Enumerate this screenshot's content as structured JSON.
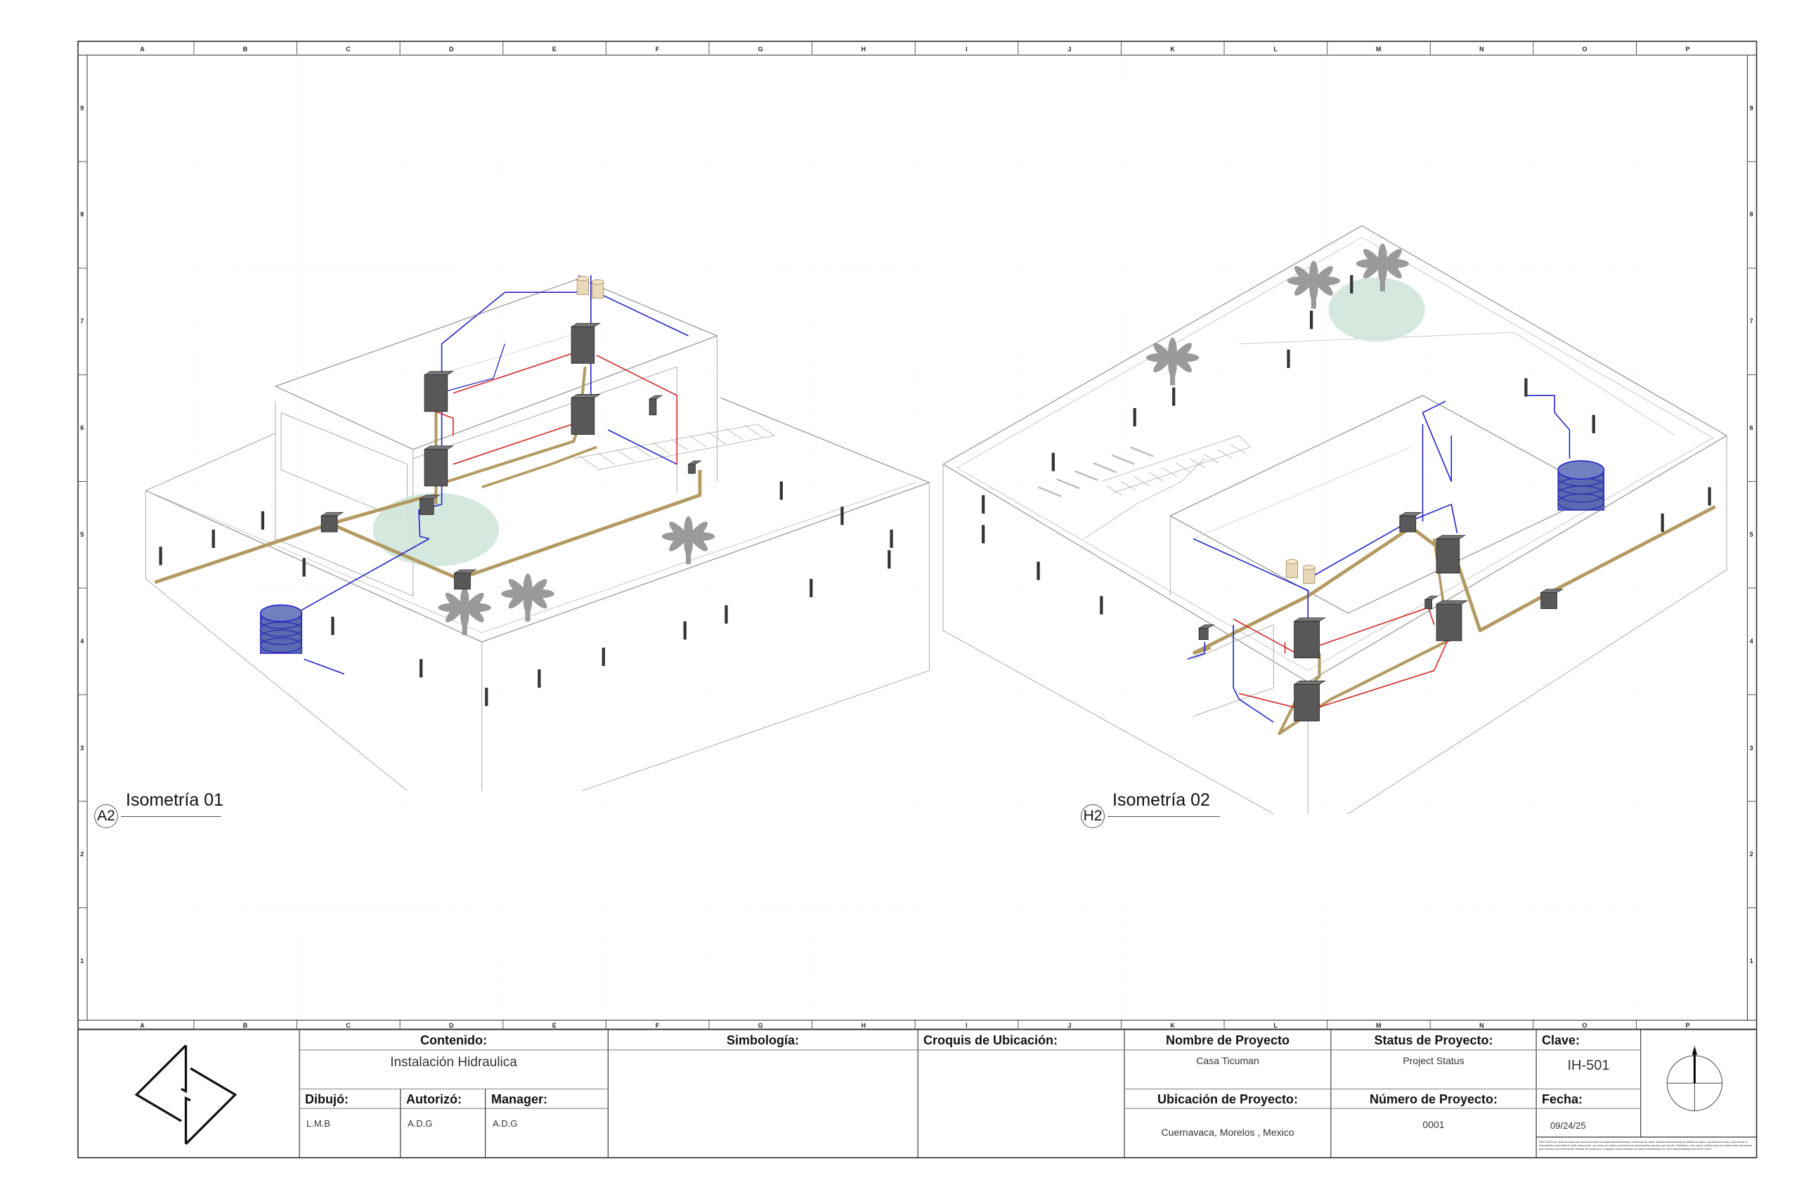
{
  "grid": {
    "columns": [
      "A",
      "B",
      "C",
      "D",
      "E",
      "F",
      "G",
      "H",
      "I",
      "J",
      "K",
      "L",
      "M",
      "N",
      "O",
      "P"
    ],
    "rows": [
      "9",
      "8",
      "7",
      "6",
      "5",
      "4",
      "3",
      "2",
      "1"
    ]
  },
  "views": [
    {
      "id": "A2",
      "title": "Isometría 01"
    },
    {
      "id": "H2",
      "title": "Isometría 02"
    }
  ],
  "title_block": {
    "contenido_label": "Contenido:",
    "contenido_value": "Instalación Hidraulica",
    "dibujo_label": "Dibujó:",
    "dibujo_value": "L.M.B",
    "autorizo_label": "Autorizó:",
    "autorizo_value": "A.D.G",
    "manager_label": "Manager:",
    "manager_value": "A.D.G",
    "simbologia_label": "Simbología:",
    "croquis_label": "Croquis de Ubicación:",
    "nombre_label": "Nombre de Proyecto",
    "nombre_value": "Casa Ticuman",
    "ubicacion_label": "Ubicación de Proyecto:",
    "ubicacion_value": "Cuernavaca, Morelos , Mexico",
    "status_label": "Status de Proyecto:",
    "status_value": "Project Status",
    "numero_label": "Número de Proyecto:",
    "numero_value": "0001",
    "clave_label": "Clave:",
    "clave_value": "IH-501",
    "fecha_label": "Fecha:",
    "fecha_value": "09/24/25",
    "disclaimer": "DEZTUDIO se reserva todos los derechos sobre la propiedad intelectual y derechos de autor. Queda estrictamente prohibida la copia, reproducción total o parcial de la información contenida en este documento, así como su cesión a terceros sin autorización previa y por escrito. Asimismo, solo serán válidos para la construcción los planos que cuenten con la firma del director de proyectos. Cualquier obra realizada sin dicha autorización no será responsabilidad de DEZTUDIO."
  },
  "colors": {
    "drain_pipe": "#b39a62",
    "cold_water": "#2626c8",
    "hot_water": "#d42a2a",
    "equipment": "#585858",
    "vegetation": "#cfe6da",
    "palm": "#9a9a9a"
  }
}
